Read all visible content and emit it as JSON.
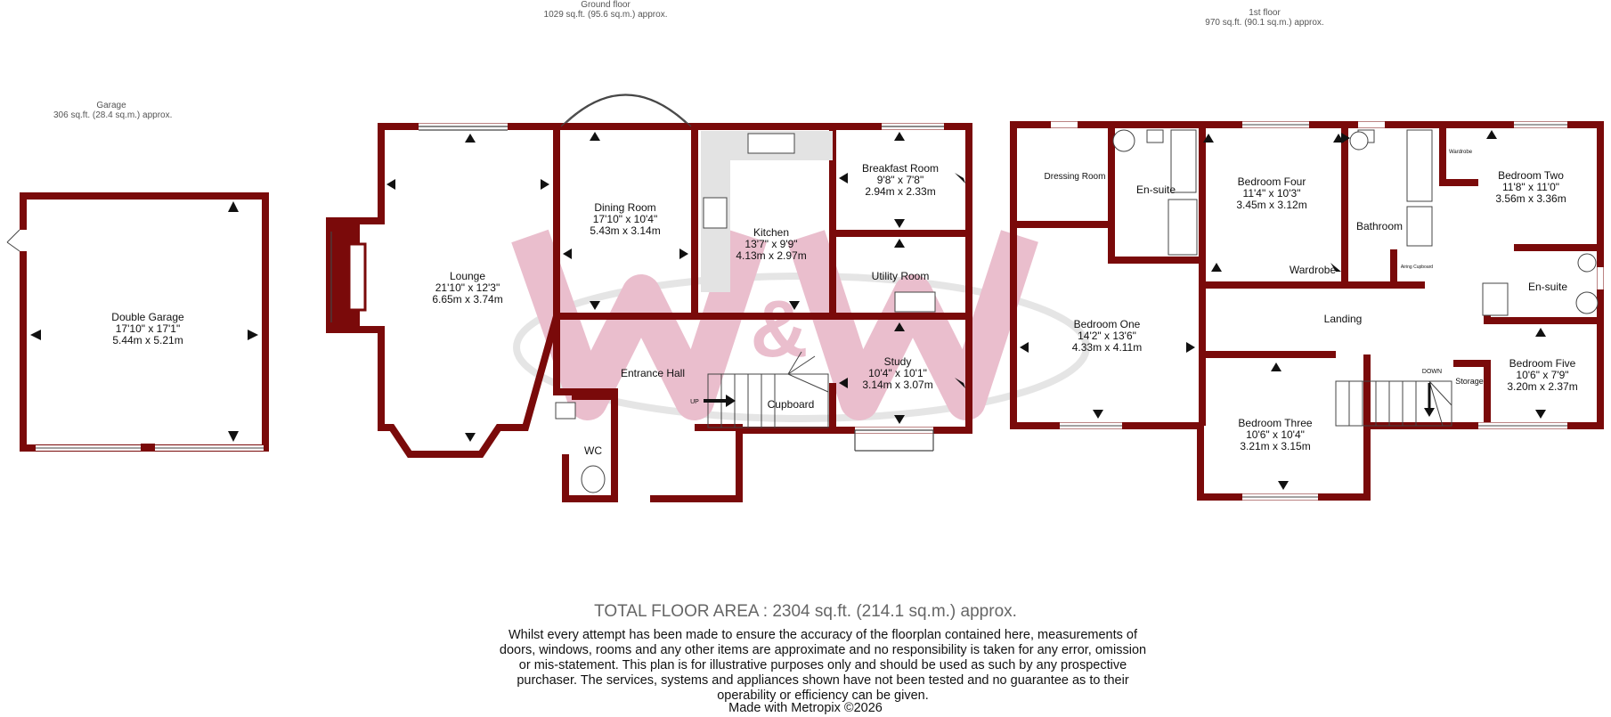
{
  "headers": {
    "garage": {
      "title": "Garage",
      "area": "306 sq.ft. (28.4 sq.m.) approx."
    },
    "ground": {
      "title": "Ground floor",
      "area": "1029 sq.ft. (95.6 sq.m.) approx."
    },
    "first": {
      "title": "1st floor",
      "area": "970 sq.ft. (90.1 sq.m.) approx."
    }
  },
  "rooms": {
    "garage": {
      "name": "Double Garage",
      "imperial": "17'10\" x 17'1\"",
      "metric": "5.44m x 5.21m"
    },
    "lounge": {
      "name": "Lounge",
      "imperial": "21'10\" x 12'3\"",
      "metric": "6.65m x 3.74m"
    },
    "dining": {
      "name": "Dining Room",
      "imperial": "17'10\" x 10'4\"",
      "metric": "5.43m x 3.14m"
    },
    "kitchen": {
      "name": "Kitchen",
      "imperial": "13'7\" x 9'9\"",
      "metric": "4.13m x 2.97m"
    },
    "breakfast": {
      "name": "Breakfast Room",
      "imperial": "9'8\" x 7'8\"",
      "metric": "2.94m x 2.33m"
    },
    "utility": {
      "name": "Utility Room"
    },
    "entrance": {
      "name": "Entrance Hall"
    },
    "cupboard": {
      "name": "Cupboard"
    },
    "study": {
      "name": "Study",
      "imperial": "10'4\" x 10'1\"",
      "metric": "3.14m x 3.07m"
    },
    "wc": {
      "name": "WC"
    },
    "up": "UP",
    "dressing": {
      "name": "Dressing Room"
    },
    "ensuite1": {
      "name": "En-suite"
    },
    "bed4": {
      "name": "Bedroom Four",
      "imperial": "11'4\" x 10'3\"",
      "metric": "3.45m x 3.12m"
    },
    "bathroom": {
      "name": "Bathroom"
    },
    "bed2": {
      "name": "Bedroom Two",
      "imperial": "11'8\" x 11'0\"",
      "metric": "3.56m x 3.36m"
    },
    "wardrobe_small": "Wardrobe",
    "wardrobe_big": "Wardrobe",
    "airing": "Airing Cupboard",
    "ensuite2": {
      "name": "En-suite"
    },
    "bed1": {
      "name": "Bedroom One",
      "imperial": "14'2\" x 13'6\"",
      "metric": "4.33m x 4.11m"
    },
    "landing": {
      "name": "Landing"
    },
    "bed5": {
      "name": "Bedroom Five",
      "imperial": "10'6\" x 7'9\"",
      "metric": "3.20m x 2.37m"
    },
    "storage": {
      "name": "Storage"
    },
    "down": "DOWN",
    "bed3": {
      "name": "Bedroom Three",
      "imperial": "10'6\" x 10'4\"",
      "metric": "3.21m x 3.15m"
    }
  },
  "footer": {
    "total": "TOTAL FLOOR AREA : 2304 sq.ft. (214.1 sq.m.) approx.",
    "disclaimer": "Whilst every attempt has been made to ensure the accuracy of the floorplan contained here, measurements of doors, windows, rooms and any other items are approximate and no responsibility is taken for any error, omission or mis-statement. This plan is for illustrative purposes only and should be used as such by any prospective purchaser. The services, systems and appliances shown have not been tested and no guarantee as to their operability or efficiency can be given.",
    "made_with": "Made with Metropix ©2026"
  },
  "colors": {
    "wall": "#7a0a0a",
    "watermark": "#d98aa6",
    "counter": "#e3e3e3"
  }
}
